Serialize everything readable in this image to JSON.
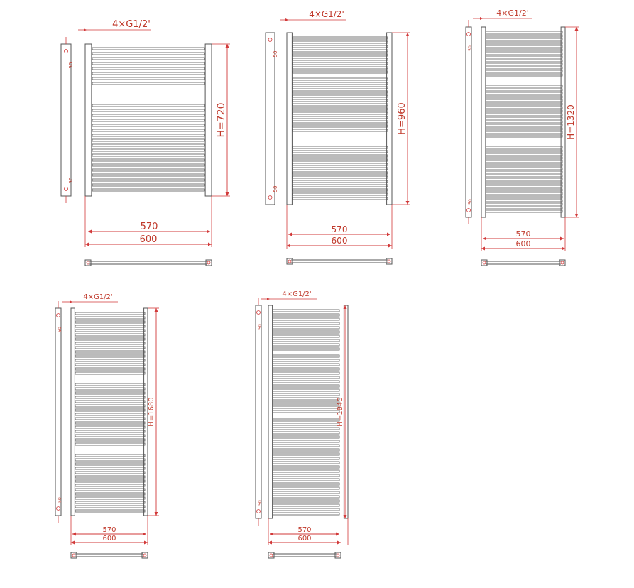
{
  "colors": {
    "outline": "#555555",
    "dimension": "#d23a3a",
    "background": "#ffffff"
  },
  "radiators": [
    {
      "id": "h720",
      "connection_label": "4×G1/2'",
      "height_label": "H=720",
      "inner_width_label": "570",
      "outer_width_label": "600",
      "pipe_offset_top": "50",
      "pipe_offset_bottom": "50"
    },
    {
      "id": "h960",
      "connection_label": "4×G1/2'",
      "height_label": "H=960",
      "inner_width_label": "570",
      "outer_width_label": "600",
      "pipe_offset_top": "50",
      "pipe_offset_bottom": "50"
    },
    {
      "id": "h1320",
      "connection_label": "4×G1/2'",
      "height_label": "H=1320",
      "inner_width_label": "570",
      "outer_width_label": "600",
      "pipe_offset_top": "50",
      "pipe_offset_bottom": "50"
    },
    {
      "id": "h1680",
      "connection_label": "4×G1/2'",
      "height_label": "H=1680",
      "inner_width_label": "570",
      "outer_width_label": "600",
      "pipe_offset_top": "50",
      "pipe_offset_bottom": "50"
    },
    {
      "id": "h1840",
      "connection_label": "4×G1/2'",
      "height_label": "H=1840",
      "inner_width_label": "570",
      "outer_width_label": "600",
      "pipe_offset_top": "50",
      "pipe_offset_bottom": "50"
    }
  ]
}
